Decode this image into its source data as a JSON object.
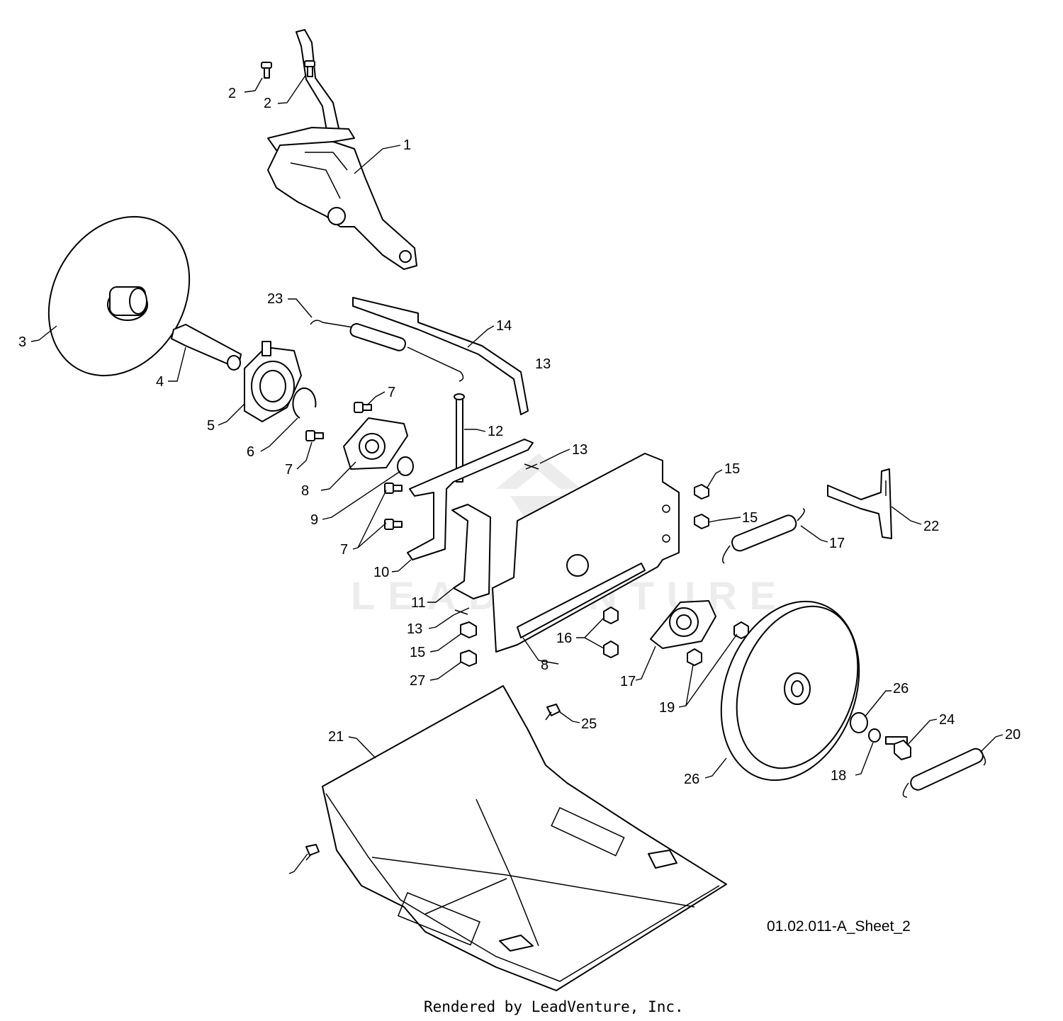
{
  "watermark": {
    "text": "LEADVENTURE"
  },
  "sheet_id": "01.02.011-A_Sheet_2",
  "credit": "Rendered by LeadVenture, Inc.",
  "callouts": [
    "2",
    "2",
    "1",
    "3",
    "23",
    "14",
    "13",
    "4",
    "5",
    "7",
    "6",
    "12",
    "13",
    "7",
    "8",
    "9",
    "7",
    "10",
    "11",
    "13",
    "15",
    "15",
    "15",
    "27",
    "22",
    "17",
    "16",
    "8",
    "17",
    "19",
    "26",
    "25",
    "21",
    "24",
    "20",
    "18",
    "26"
  ]
}
